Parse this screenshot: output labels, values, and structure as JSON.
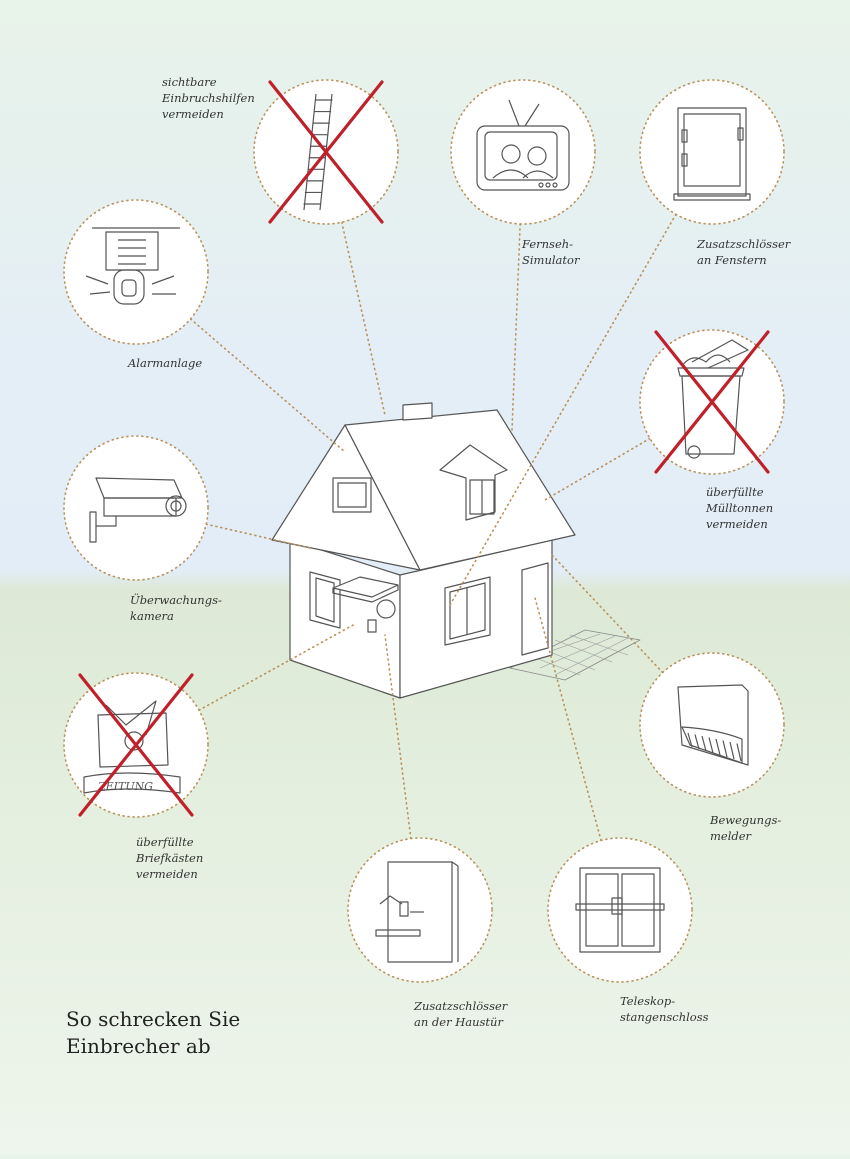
{
  "title": "So schrecken Sie\nEinbrecher ab",
  "colors": {
    "dots": "#b9905a",
    "cross": "#c0202a",
    "stroke": "#555555"
  },
  "items": [
    {
      "id": "ladder",
      "icon": "ladder-icon",
      "label": "sichtbare\nEinbruchshilfen\nvermeiden",
      "crossed": true
    },
    {
      "id": "tv",
      "icon": "tv-icon",
      "label": "Fernseh-\nSimulator",
      "crossed": false
    },
    {
      "id": "window-lock",
      "icon": "window-icon",
      "label": "Zusatzschlösser\nan Fenstern",
      "crossed": false
    },
    {
      "id": "alarm",
      "icon": "alarm-siren-icon",
      "label": "Alarmanlage",
      "crossed": false
    },
    {
      "id": "bins",
      "icon": "trash-bin-icon",
      "label": "überfüllte\nMülltonnen\nvermeiden",
      "crossed": true
    },
    {
      "id": "camera",
      "icon": "security-camera-icon",
      "label": "Überwachungs-\nkamera",
      "crossed": false
    },
    {
      "id": "mailbox",
      "icon": "mailbox-icon",
      "label": "überfüllte\nBriefkästen\nvermeiden",
      "crossed": true,
      "newspaper": "ZEITUNG"
    },
    {
      "id": "motion",
      "icon": "motion-sensor-icon",
      "label": "Bewegungs-\nmelder",
      "crossed": false
    },
    {
      "id": "door-lock",
      "icon": "door-icon",
      "label": "Zusatzschlösser\nan der Haustür",
      "crossed": false
    },
    {
      "id": "telescope",
      "icon": "telescope-bar-lock-icon",
      "label": "Teleskop-\nstangenschloss",
      "crossed": false
    }
  ]
}
